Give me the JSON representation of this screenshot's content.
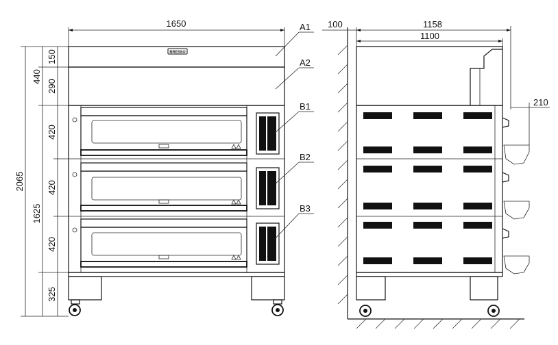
{
  "brand": "BRESSO",
  "front_view": {
    "width_dim": "1650",
    "height_total": "2065",
    "height_lower": "1625",
    "hood_total": "440",
    "hood_top": "150",
    "hood_lower": "290",
    "deck1": "420",
    "deck2": "420",
    "deck3": "420",
    "stand": "325",
    "labels": [
      "A1",
      "A2",
      "B1",
      "B2",
      "B3"
    ]
  },
  "side_view": {
    "wall_gap": "100",
    "overall_depth": "1158",
    "body_depth": "1100",
    "handle_proj": "210"
  }
}
